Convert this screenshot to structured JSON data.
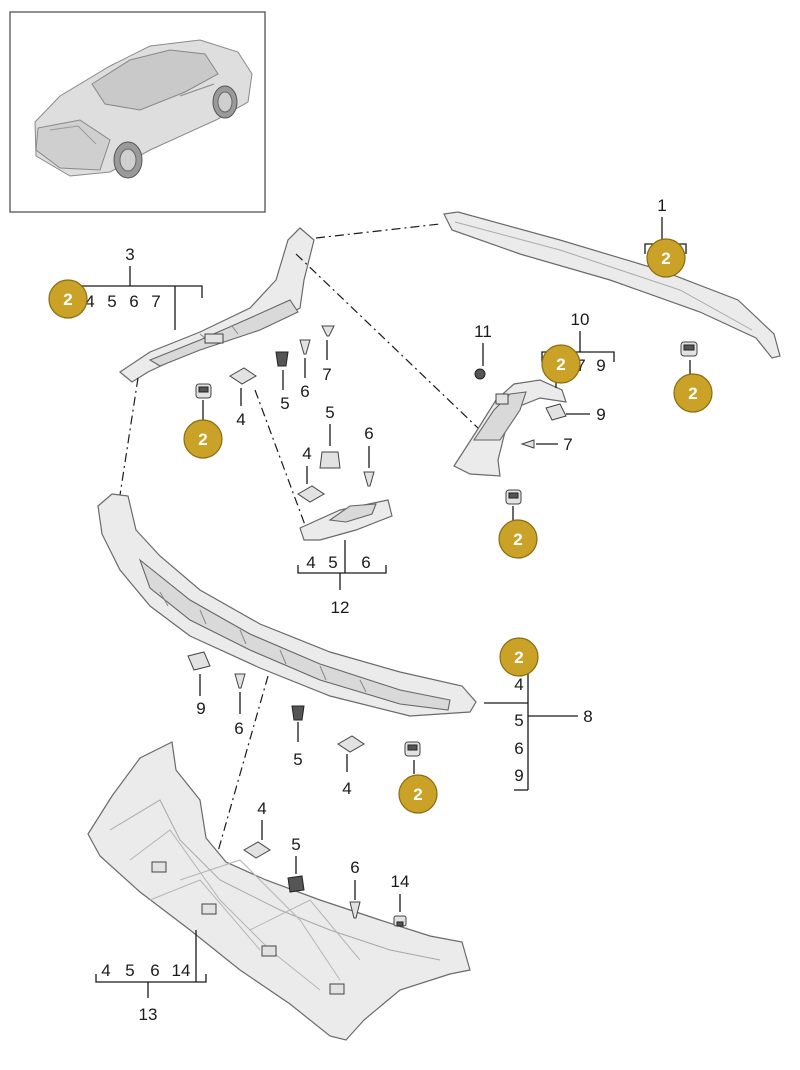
{
  "badge_text": "2",
  "colors": {
    "badge": "#c9a227",
    "badge_stroke": "#8a6d12",
    "line": "#1a1a1a",
    "part_fill": "#ebebeb"
  },
  "group_labels": {
    "g1": "1",
    "g3": "3",
    "g3_items": [
      "4",
      "5",
      "6",
      "7"
    ],
    "g10": "10",
    "g10_items": [
      "7",
      "9"
    ],
    "g11": "11",
    "g12": "12",
    "g12_items": [
      "4",
      "5",
      "6"
    ],
    "g8": "8",
    "g8_items": [
      "4",
      "5",
      "6",
      "9"
    ],
    "g13": "13",
    "g13_items": [
      "4",
      "5",
      "6",
      "14"
    ]
  },
  "callouts": {
    "c4a": "4",
    "c5a": "5",
    "c6a": "6",
    "c7a": "7",
    "c5b": "5",
    "c4b": "4",
    "c6b": "6",
    "c9a": "9",
    "c7b": "7",
    "c9b": "9",
    "c6c": "6",
    "c5c": "5",
    "c4c": "4",
    "c4d": "4",
    "c5d": "5",
    "c6d": "6",
    "c14": "14"
  }
}
